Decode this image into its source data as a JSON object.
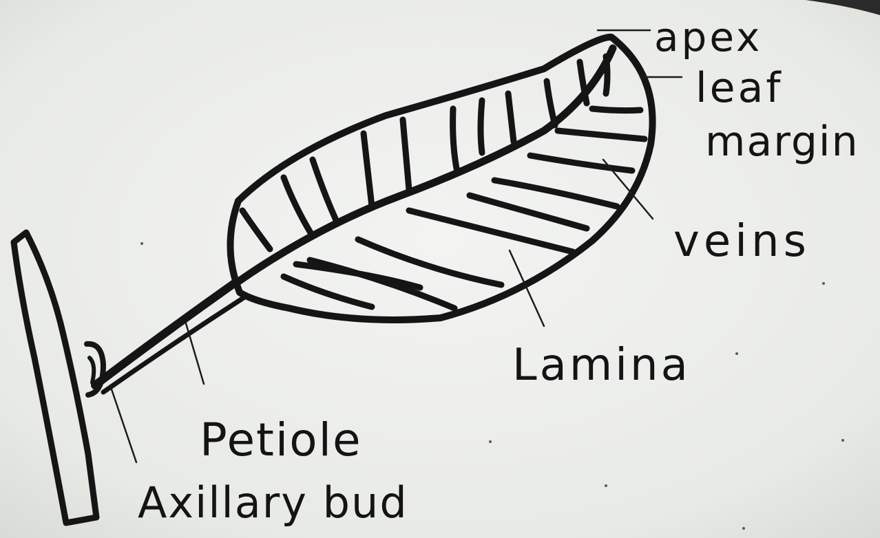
{
  "diagram": {
    "labels": {
      "apex": "apex",
      "leaf_margin_line1": "leaf",
      "leaf_margin_line2": "margin",
      "veins": "veins",
      "lamina": "Lamina",
      "petiole": "Petiole",
      "axillary_bud": "Axillary bud"
    }
  }
}
